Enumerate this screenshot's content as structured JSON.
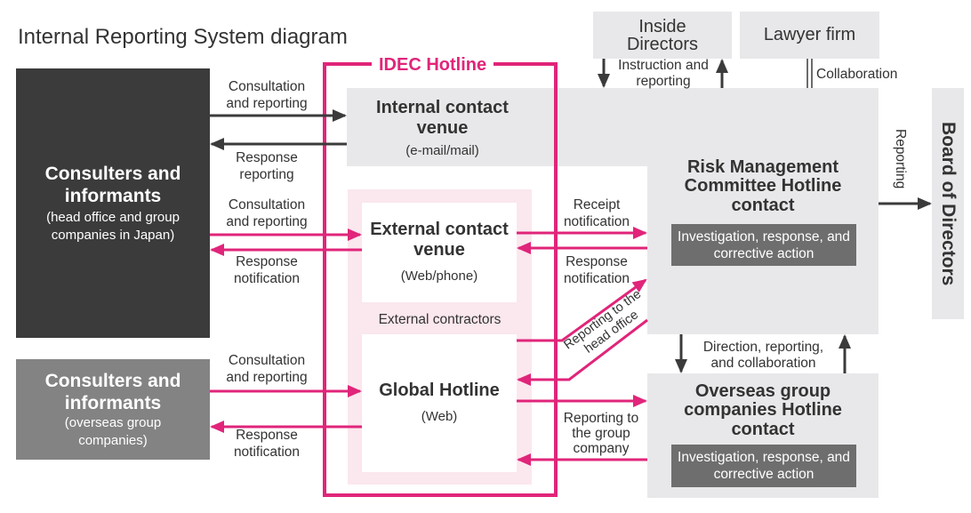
{
  "title": "Internal Reporting System diagram",
  "consulters_japan": {
    "title": "Consulters and informants",
    "sub": "(head office and group companies in Japan)"
  },
  "consulters_overseas": {
    "title": "Consulters and informants",
    "sub": "(overseas group companies)"
  },
  "inside_directors": "Inside Directors",
  "lawyer_firm": "Lawyer firm",
  "board": "Board of Directors",
  "idec_hotline": "IDEC Hotline",
  "internal_venue": {
    "title": "Internal contact venue",
    "sub": "(e-mail/mail)"
  },
  "external_venue": {
    "title": "External contact venue",
    "sub": "(Web/phone)"
  },
  "external_contractors": "External contractors",
  "global_hotline": {
    "title": "Global Hotline",
    "sub": "(Web)"
  },
  "risk_committee": {
    "title": "Risk Management Committee Hotline contact",
    "action": "Investigation, response, and corrective action"
  },
  "overseas_contact": {
    "title": "Overseas group companies Hotline contact",
    "action": "Investigation, response, and corrective action"
  },
  "labels": {
    "consult1": "Consultation and reporting",
    "response1": "Response reporting",
    "consult2": "Consultation and reporting",
    "response2": "Response notification",
    "consult3": "Consultation and reporting",
    "response3": "Response notification",
    "receipt": "Receipt notification",
    "response_notif": "Response notification",
    "reporting_head": "Reporting to the head office",
    "reporting_group": "Reporting to the group company",
    "instruction": "Instruction and reporting",
    "collaboration": "Collaboration",
    "reporting": "Reporting",
    "direction": "Direction, reporting, and collaboration"
  },
  "colors": {
    "pink": "#e0257a",
    "dark": "#3b3b3b"
  }
}
